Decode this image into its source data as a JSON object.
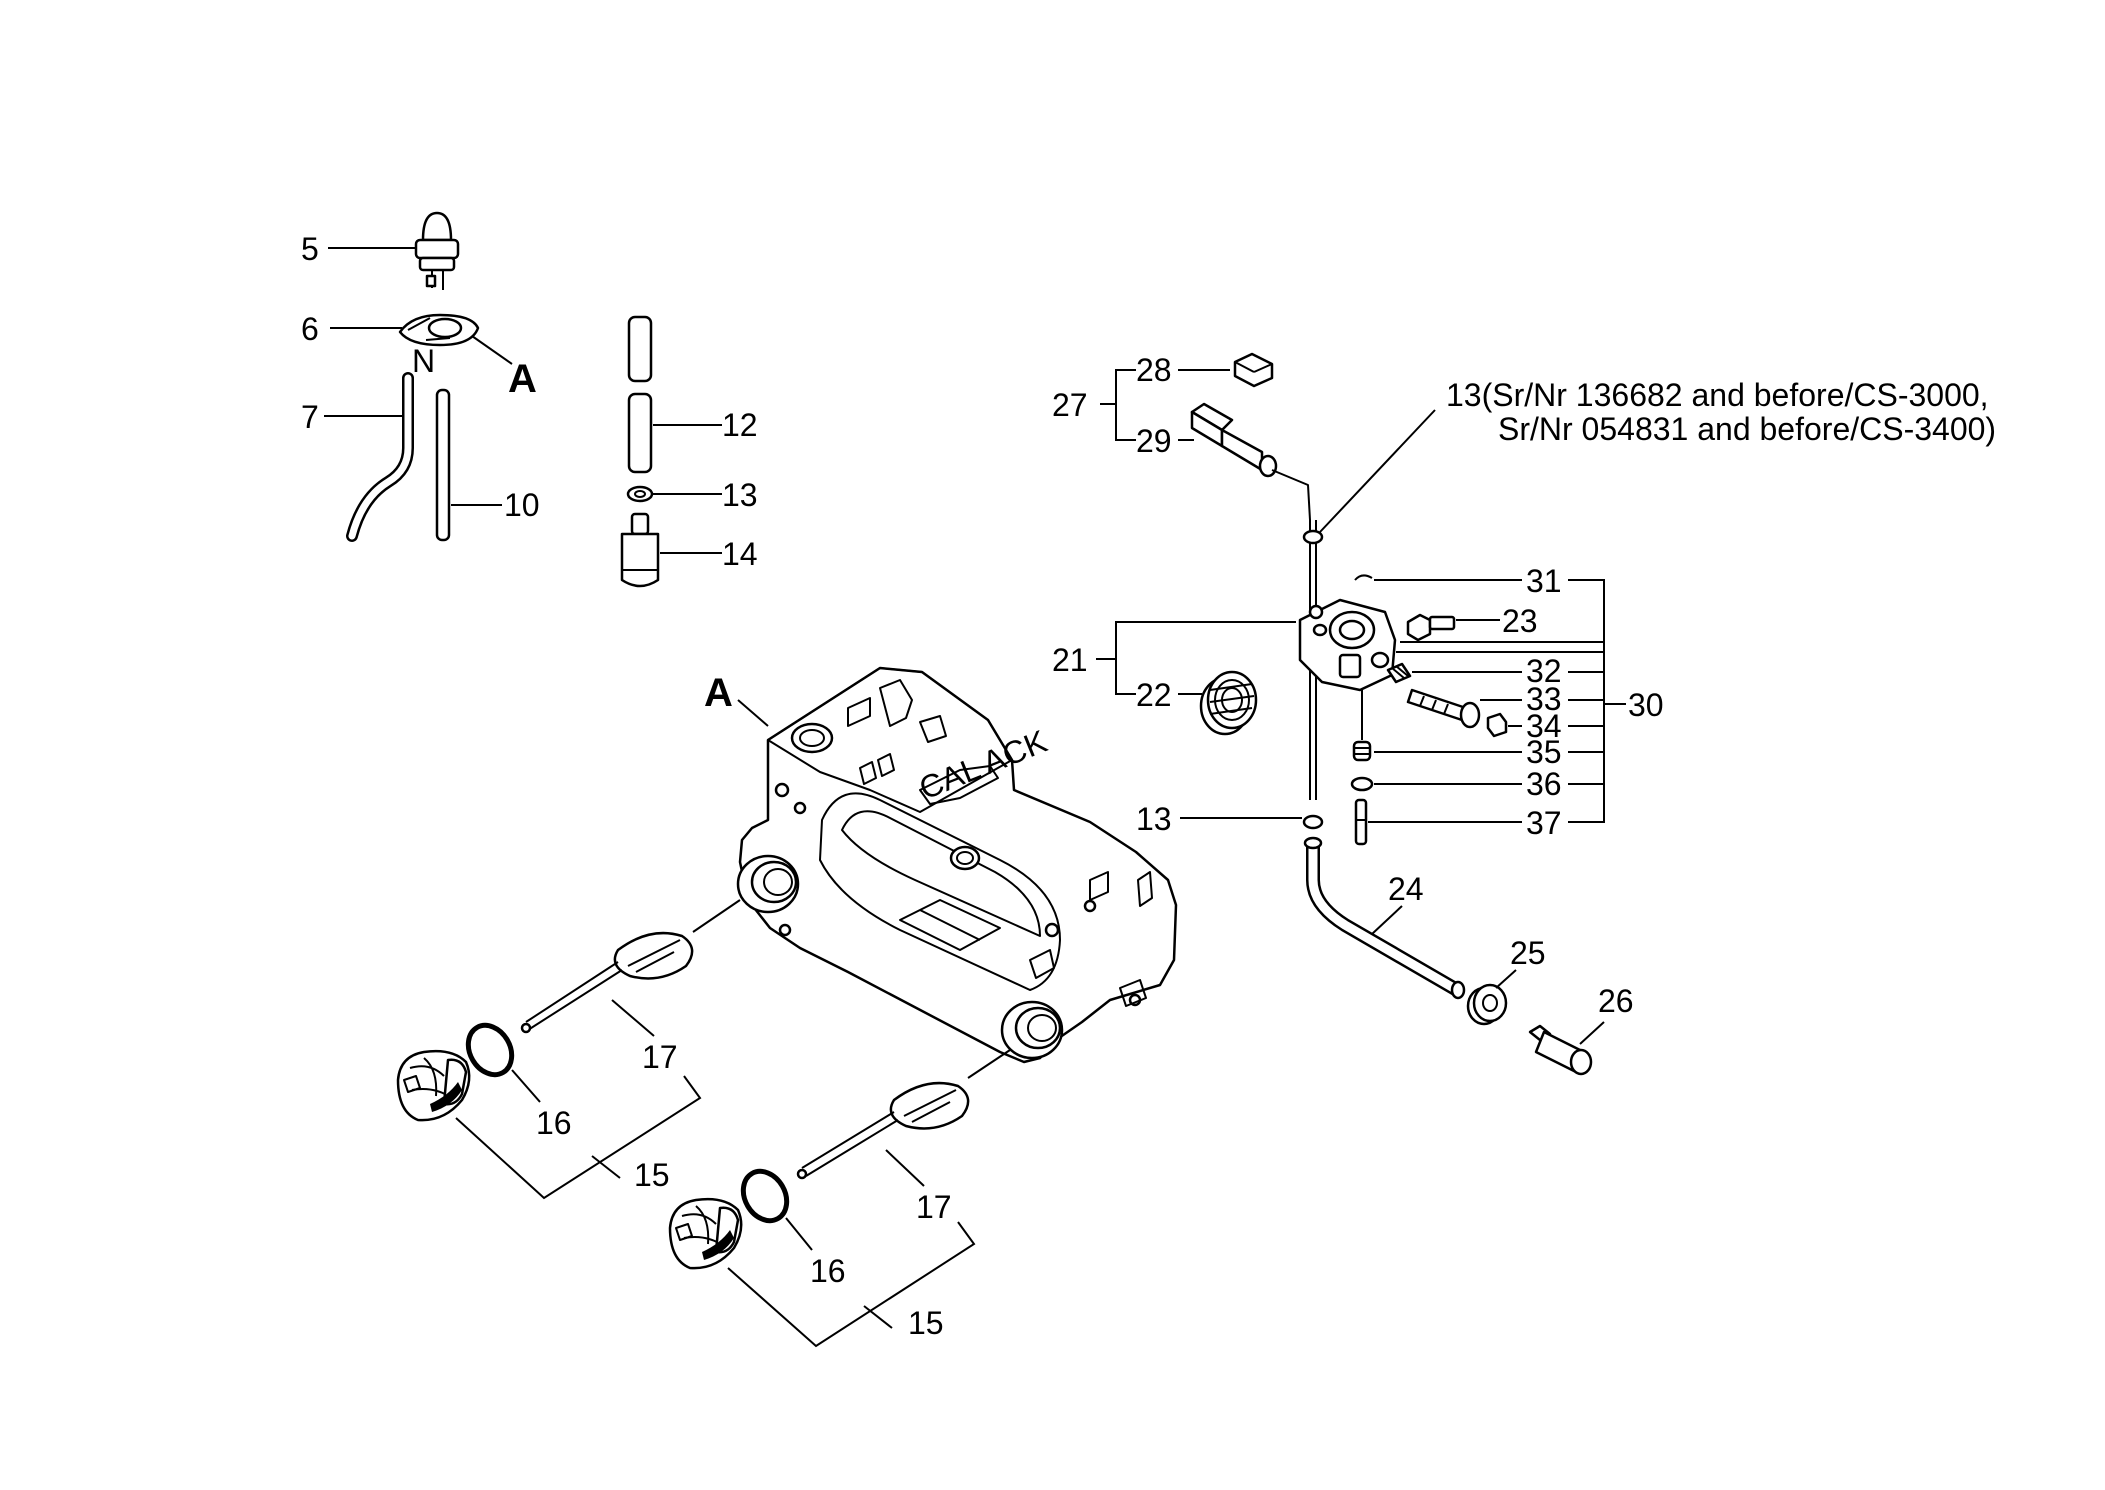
{
  "labels": {
    "l5": "5",
    "l6": "6",
    "l7": "7",
    "l10": "10",
    "lA_top": "A",
    "l12": "12",
    "l13_pump": "13",
    "l14": "14",
    "l27": "27",
    "l28": "28",
    "l29": "29",
    "l13_note_line1": "13(Sr/Nr 136682 and before/CS-3000,",
    "l13_note_line2": "Sr/Nr 054831 and before/CS-3400)",
    "l31": "31",
    "l23": "23",
    "l21": "21",
    "l22": "22",
    "l32": "32",
    "l33": "33",
    "l30": "30",
    "l34": "34",
    "l35": "35",
    "l36": "36",
    "l37": "37",
    "l13_oil": "13",
    "lA_tank": "A",
    "l24": "24",
    "l25": "25",
    "l26": "26",
    "l17_left": "17",
    "l16_left": "16",
    "l15_left": "15",
    "l17_right": "17",
    "l16_right": "16",
    "l15_right": "15"
  }
}
